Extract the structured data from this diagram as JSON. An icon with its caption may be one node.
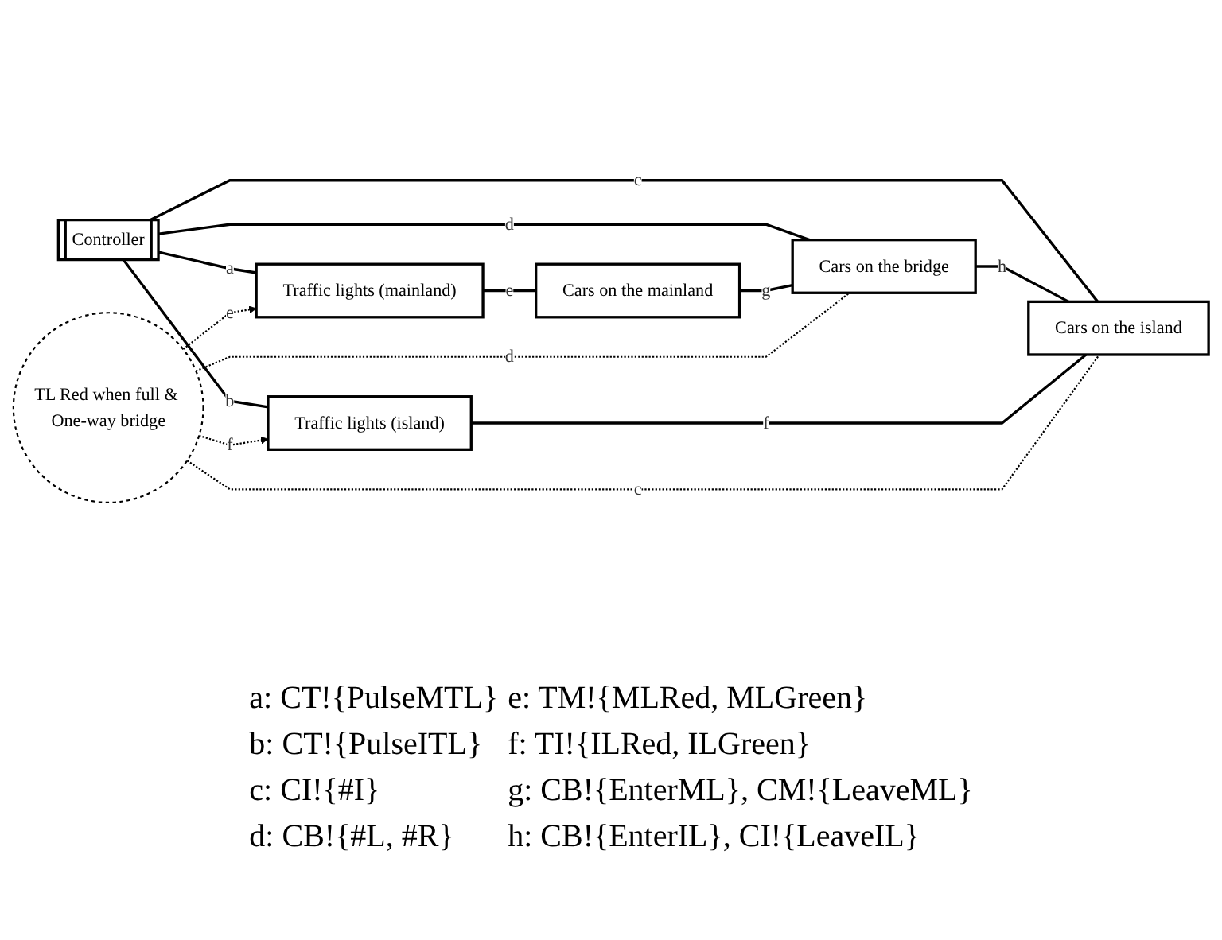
{
  "diagram": {
    "nodes": [
      {
        "text": [
          "Controller"
        ]
      },
      {
        "text": [
          "Traffic lights (mainland)"
        ]
      },
      {
        "text": [
          "Cars on the mainland"
        ]
      },
      {
        "text": [
          "Cars on the bridge"
        ]
      },
      {
        "text": [
          "Traffic lights (island)"
        ]
      },
      {
        "text": [
          "Cars on the island"
        ]
      },
      {
        "text": [
          "TL Red when full & One-way bridge"
        ]
      }
    ],
    "edges": [
      {
        "from": 0,
        "to": 1,
        "arrow": "none",
        "label": "a"
      },
      {
        "from": 0,
        "to": 3,
        "arrow": "none",
        "label": "d"
      },
      {
        "from": 0,
        "to": 4,
        "arrow": "none",
        "label": "b"
      },
      {
        "from": 0,
        "to": 5,
        "arrow": "none",
        "label": "c"
      },
      {
        "from": 1,
        "to": 2,
        "arrow": "none",
        "label": "e"
      },
      {
        "from": 2,
        "to": 3,
        "arrow": "none",
        "label": "g"
      },
      {
        "from": 3,
        "to": 5,
        "arrow": "none",
        "label": "h"
      },
      {
        "from": 4,
        "to": 5,
        "arrow": "none",
        "label": "f"
      },
      {
        "from": 6,
        "to": 1,
        "arrow": "to",
        "label": "e",
        "style": "dashed"
      },
      {
        "from": 6,
        "to": 3,
        "arrow": "none",
        "label": "d",
        "style": "dashed"
      },
      {
        "from": 6,
        "to": 4,
        "arrow": "to",
        "label": "f",
        "style": "dashed"
      },
      {
        "from": 6,
        "to": 5,
        "arrow": "none",
        "label": "c",
        "style": "dashed"
      }
    ],
    "labels": [
      "a: CT!{PulseMTL}",
      "e: TM!{MLRed, MLGreen}",
      "b: CT!{PulseITL}",
      "f: TI!{ILRed, ILGreen}",
      "c: CI!{#I}",
      "g: CB!{EnterML}, CM!{LeaveML}",
      "d: CB!{#L, #R}",
      "h: CB!{EnterIL}, CI!{LeaveIL}"
    ]
  }
}
